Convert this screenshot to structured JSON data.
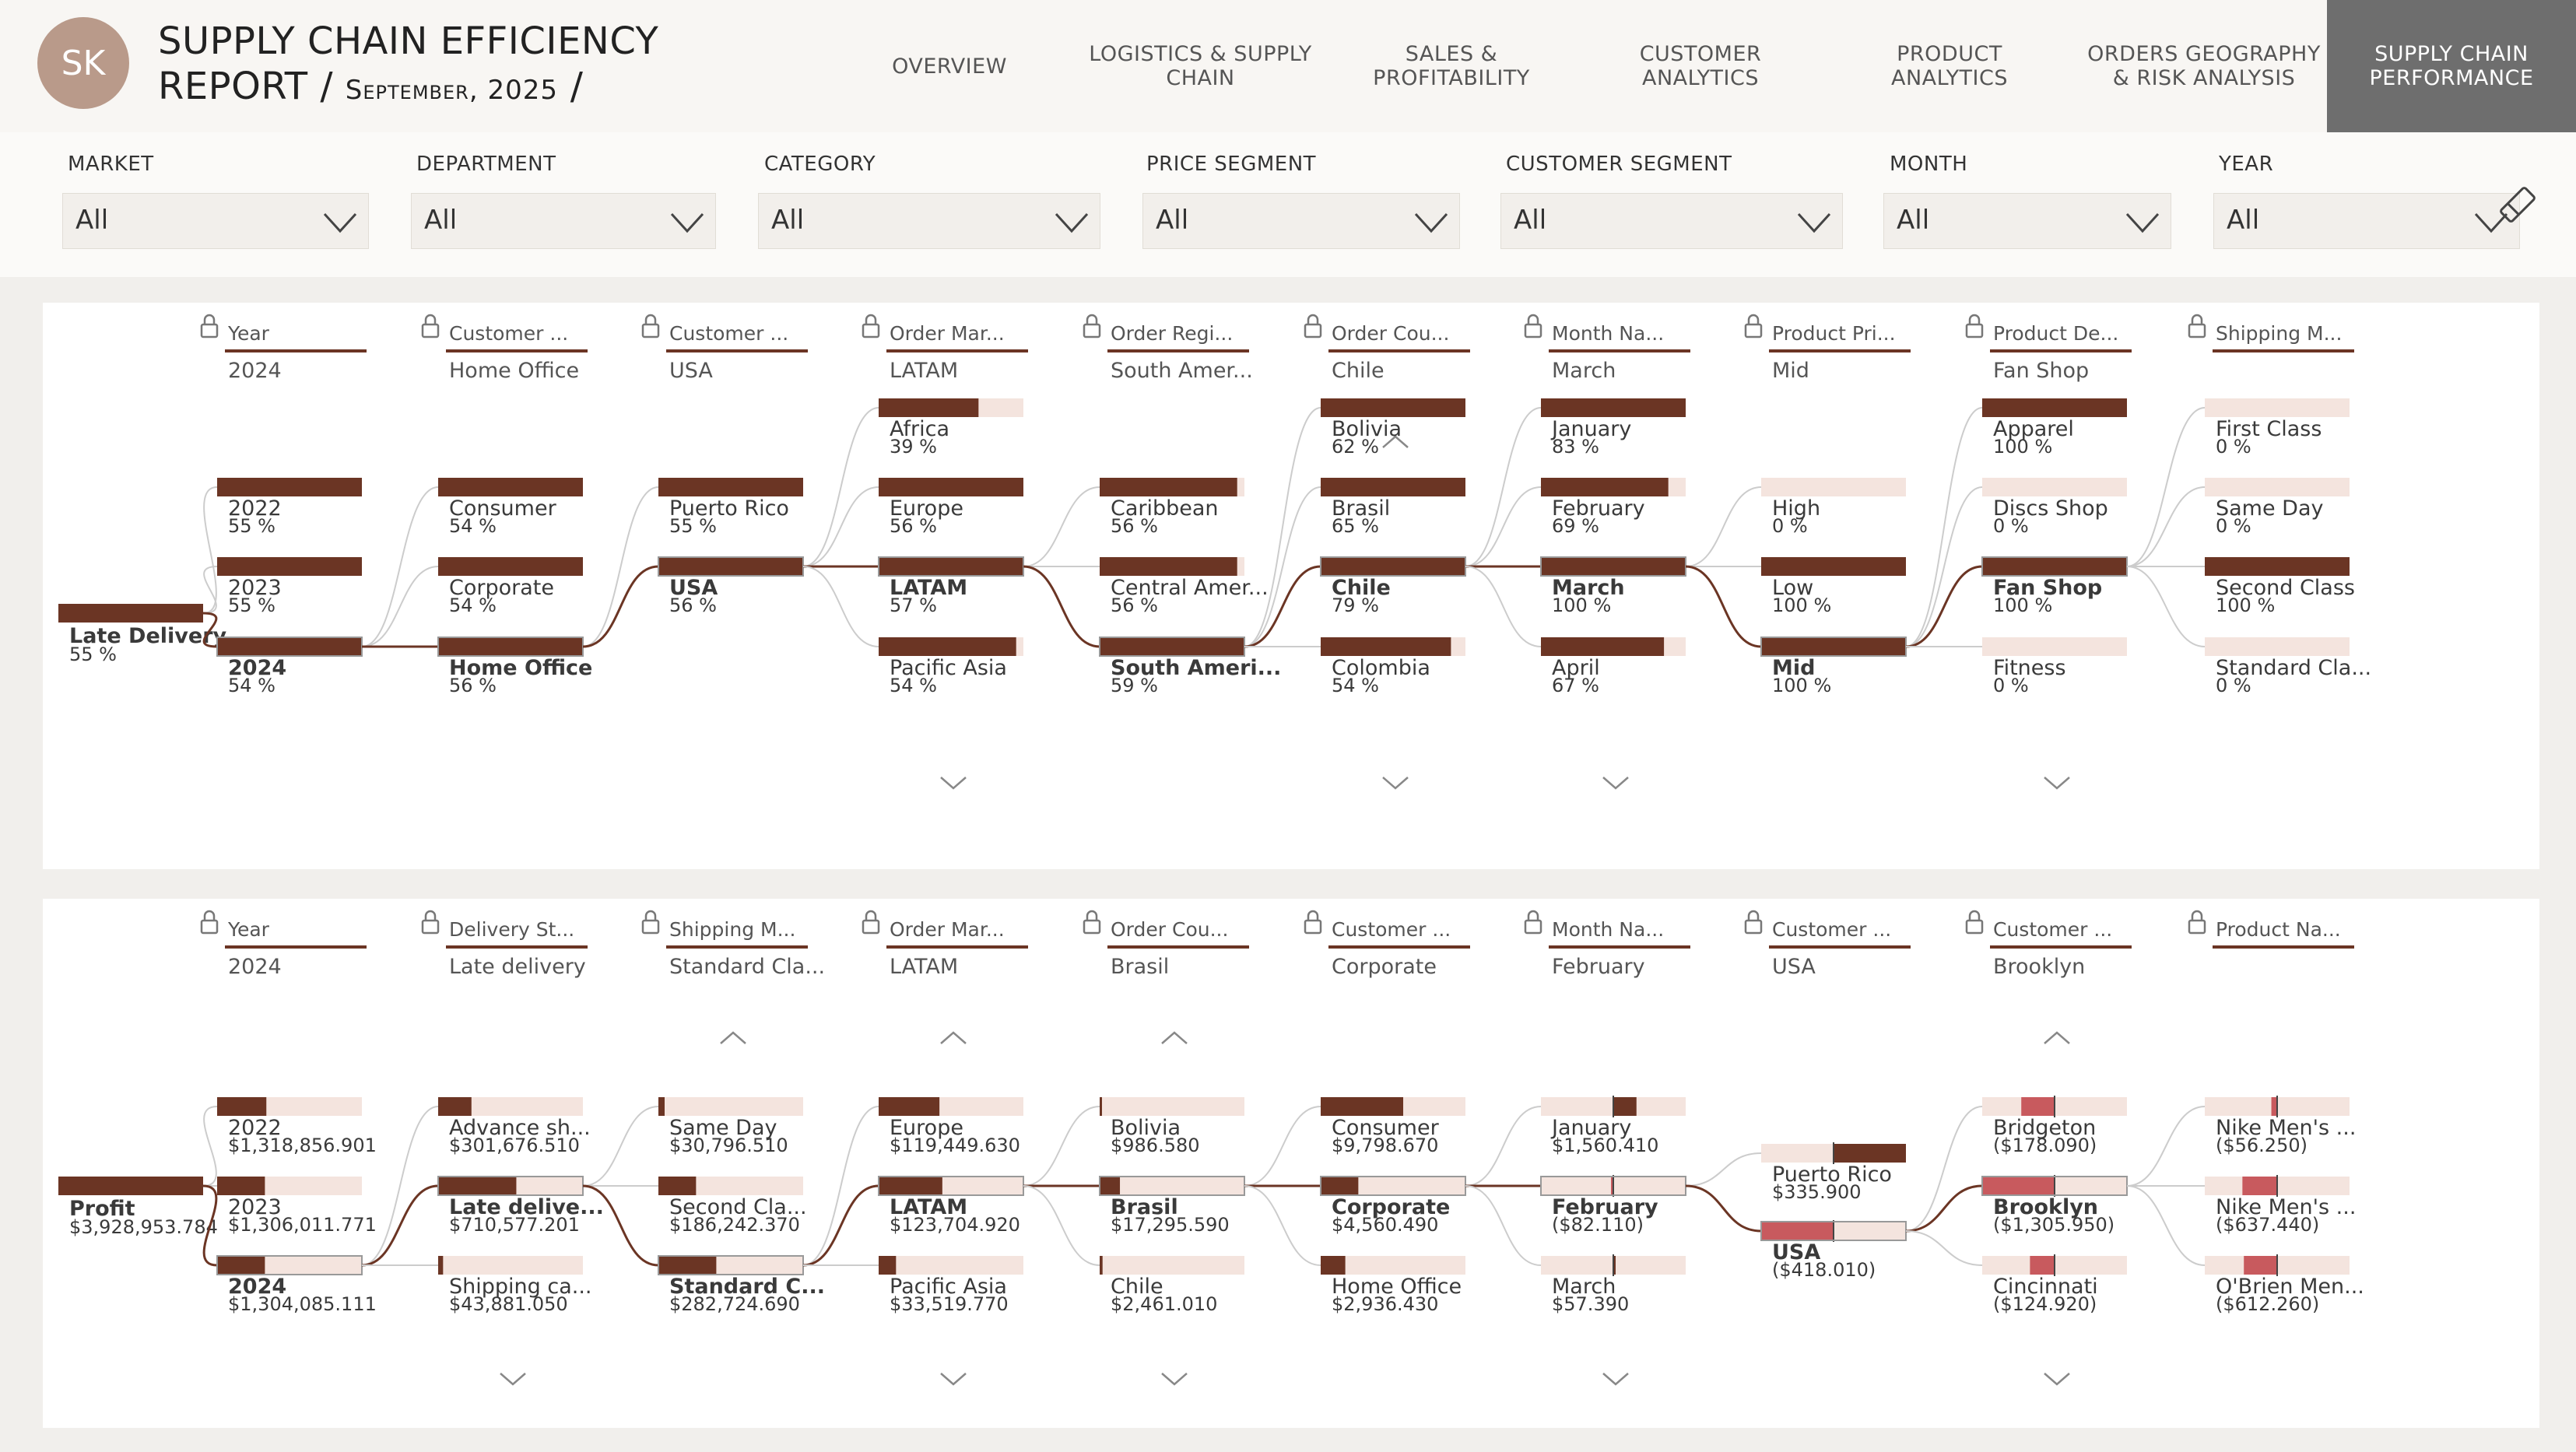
{
  "header": {
    "avatar_initials": "SK",
    "title": "SUPPLY CHAIN EFFICIENCY",
    "title_line2": "REPORT / ",
    "title_date": "September, 2025",
    "title_sep": " /"
  },
  "nav": [
    {
      "label": "OVERVIEW",
      "active": false
    },
    {
      "label": "LOGISTICS & SUPPLY\nCHAIN",
      "active": false
    },
    {
      "label": "SALES &\nPROFITABILITY",
      "active": false
    },
    {
      "label": "CUSTOMER\nANALYTICS",
      "active": false
    },
    {
      "label": "PRODUCT\nANALYTICS",
      "active": false
    },
    {
      "label": "ORDERS GEOGRAPHY\n& RISK ANALYSIS",
      "active": false
    },
    {
      "label": "SUPPLY CHAIN\nPERFORMANCE",
      "active": true
    }
  ],
  "filters": [
    {
      "label": "MARKET",
      "value": "All"
    },
    {
      "label": "DEPARTMENT",
      "value": "All"
    },
    {
      "label": "CATEGORY",
      "value": "All"
    },
    {
      "label": "PRICE SEGMENT",
      "value": "All"
    },
    {
      "label": "CUSTOMER SEGMENT",
      "value": "All"
    },
    {
      "label": "MONTH",
      "value": "All"
    },
    {
      "label": "YEAR",
      "value": "All"
    }
  ],
  "colors": {
    "bar": "#6b3524",
    "bar_bg": "#f4e4de",
    "negative": "#c85a5e",
    "link": "#6b3524",
    "link_light": "#cccccc"
  },
  "tree1": {
    "root": {
      "label": "Late Delivery",
      "value": "55 %",
      "fill": 1.0
    },
    "levels": [
      {
        "header": "Year",
        "selected": "2024",
        "up": false,
        "down": false,
        "nodes": [
          {
            "label": "2022",
            "value": "55 %",
            "fill": 1.0
          },
          {
            "label": "2023",
            "value": "55 %",
            "fill": 1.0
          },
          {
            "label": "2024",
            "value": "54 %",
            "fill": 1.0,
            "sel": true
          }
        ]
      },
      {
        "header": "Customer ...",
        "selected": "Home Office",
        "up": false,
        "down": false,
        "nodes": [
          {
            "label": "Consumer",
            "value": "54 %",
            "fill": 1.0
          },
          {
            "label": "Corporate",
            "value": "54 %",
            "fill": 1.0
          },
          {
            "label": "Home Office",
            "value": "56 %",
            "fill": 1.0,
            "sel": true
          }
        ]
      },
      {
        "header": "Customer ...",
        "selected": "USA",
        "up": false,
        "down": false,
        "nodes": [
          {
            "label": "Puerto Rico",
            "value": "55 %",
            "fill": 1.0
          },
          {
            "label": "USA",
            "value": "56 %",
            "fill": 1.0,
            "sel": true
          }
        ]
      },
      {
        "header": "Order Mar...",
        "selected": "LATAM",
        "up": false,
        "down": true,
        "nodes": [
          {
            "label": "Africa",
            "value": "39 %",
            "fill": 0.69
          },
          {
            "label": "Europe",
            "value": "56 %",
            "fill": 1.0
          },
          {
            "label": "LATAM",
            "value": "57 %",
            "fill": 1.0,
            "sel": true
          },
          {
            "label": "Pacific Asia",
            "value": "54 %",
            "fill": 0.95
          }
        ]
      },
      {
        "header": "Order Regi...",
        "selected": "South Amer...",
        "up": false,
        "down": false,
        "nodes": [
          {
            "label": "Caribbean",
            "value": "56 %",
            "fill": 0.95
          },
          {
            "label": "Central Amer...",
            "value": "56 %",
            "fill": 0.95
          },
          {
            "label": "South Ameri...",
            "value": "59 %",
            "fill": 1.0,
            "sel": true
          }
        ]
      },
      {
        "header": "Order Cou...",
        "selected": "Chile",
        "up": true,
        "down": true,
        "nodes": [
          {
            "label": "Bolivia",
            "value": "62 %",
            "fill": 1.0
          },
          {
            "label": "Brasil",
            "value": "65 %",
            "fill": 1.0
          },
          {
            "label": "Chile",
            "value": "79 %",
            "fill": 1.0,
            "sel": true
          },
          {
            "label": "Colombia",
            "value": "54 %",
            "fill": 0.9
          }
        ]
      },
      {
        "header": "Month Na...",
        "selected": "March",
        "up": false,
        "down": true,
        "nodes": [
          {
            "label": "January",
            "value": "83 %",
            "fill": 1.0
          },
          {
            "label": "February",
            "value": "69 %",
            "fill": 0.88
          },
          {
            "label": "March",
            "value": "100 %",
            "fill": 1.0,
            "sel": true
          },
          {
            "label": "April",
            "value": "67 %",
            "fill": 0.85
          }
        ]
      },
      {
        "header": "Product Pri...",
        "selected": "Mid",
        "up": false,
        "down": false,
        "nodes": [
          {
            "label": "High",
            "value": "0 %",
            "fill": 0.0
          },
          {
            "label": "Low",
            "value": "100 %",
            "fill": 1.0
          },
          {
            "label": "Mid",
            "value": "100 %",
            "fill": 1.0,
            "sel": true
          }
        ]
      },
      {
        "header": "Product De...",
        "selected": "Fan Shop",
        "up": false,
        "down": true,
        "nodes": [
          {
            "label": "Apparel",
            "value": "100 %",
            "fill": 1.0
          },
          {
            "label": "Discs Shop",
            "value": "0 %",
            "fill": 0.0
          },
          {
            "label": "Fan Shop",
            "value": "100 %",
            "fill": 1.0,
            "sel": true
          },
          {
            "label": "Fitness",
            "value": "0 %",
            "fill": 0.0
          }
        ]
      },
      {
        "header": "Shipping M...",
        "selected": "",
        "up": false,
        "down": false,
        "nodes": [
          {
            "label": "First Class",
            "value": "0 %",
            "fill": 0.0
          },
          {
            "label": "Same Day",
            "value": "0 %",
            "fill": 0.0
          },
          {
            "label": "Second Class",
            "value": "100 %",
            "fill": 1.0
          },
          {
            "label": "Standard Cla...",
            "value": "0 %",
            "fill": 0.0
          }
        ]
      }
    ]
  },
  "tree2": {
    "root": {
      "label": "Profit",
      "value": "$3,928,953.784",
      "fill": 1.0
    },
    "levels": [
      {
        "header": "Year",
        "selected": "2024",
        "up": false,
        "down": false,
        "nodes": [
          {
            "label": "2022",
            "value": "$1,318,856.901",
            "fill": 0.34
          },
          {
            "label": "2023",
            "value": "$1,306,011.771",
            "fill": 0.33
          },
          {
            "label": "2024",
            "value": "$1,304,085.111",
            "fill": 0.33,
            "sel": true
          }
        ]
      },
      {
        "header": "Delivery St...",
        "selected": "Late delivery",
        "up": false,
        "down": true,
        "nodes": [
          {
            "label": "Advance sh...",
            "value": "$301,676.510",
            "fill": 0.23
          },
          {
            "label": "Late delive...",
            "value": "$710,577.201",
            "fill": 0.54,
            "sel": true
          },
          {
            "label": "Shipping ca...",
            "value": "$43,881.050",
            "fill": 0.034
          }
        ]
      },
      {
        "header": "Shipping M...",
        "selected": "Standard Cla...",
        "up": true,
        "down": false,
        "nodes": [
          {
            "label": "Same Day",
            "value": "$30,796.510",
            "fill": 0.043
          },
          {
            "label": "Second Cla...",
            "value": "$186,242.370",
            "fill": 0.26
          },
          {
            "label": "Standard C...",
            "value": "$282,724.690",
            "fill": 0.4,
            "sel": true
          }
        ]
      },
      {
        "header": "Order Mar...",
        "selected": "LATAM",
        "up": true,
        "down": true,
        "nodes": [
          {
            "label": "Europe",
            "value": "$119,449.630",
            "fill": 0.42
          },
          {
            "label": "LATAM",
            "value": "$123,704.920",
            "fill": 0.44,
            "sel": true
          },
          {
            "label": "Pacific Asia",
            "value": "$33,519.770",
            "fill": 0.12
          }
        ]
      },
      {
        "header": "Order Cou...",
        "selected": "Brasil",
        "up": true,
        "down": true,
        "nodes": [
          {
            "label": "Bolivia",
            "value": "$986.580",
            "fill": 0.008
          },
          {
            "label": "Brasil",
            "value": "$17,295.590",
            "fill": 0.14,
            "sel": true
          },
          {
            "label": "Chile",
            "value": "$2,461.010",
            "fill": 0.02
          }
        ]
      },
      {
        "header": "Customer ...",
        "selected": "Corporate",
        "up": false,
        "down": false,
        "nodes": [
          {
            "label": "Consumer",
            "value": "$9,798.670",
            "fill": 0.57
          },
          {
            "label": "Corporate",
            "value": "$4,560.490",
            "fill": 0.26,
            "sel": true
          },
          {
            "label": "Home Office",
            "value": "$2,936.430",
            "fill": 0.17
          }
        ]
      },
      {
        "header": "Month Na...",
        "selected": "February",
        "up": false,
        "down": true,
        "nodes": [
          {
            "label": "January",
            "value": "$1,560.410",
            "fill": 0.16,
            "neg": false
          },
          {
            "label": "February",
            "value": "($82.110)",
            "fill": 0.01,
            "neg": true,
            "sel": true
          },
          {
            "label": "March",
            "value": "$57.390",
            "fill": 0.006,
            "neg": false
          }
        ]
      },
      {
        "header": "Customer ...",
        "selected": "USA",
        "up": false,
        "down": false,
        "nodes": [
          {
            "label": "Puerto Rico",
            "value": "$335.900",
            "fill": 0.5,
            "neg": false
          },
          {
            "label": "USA",
            "value": "($418.010)",
            "fill": 0.5,
            "neg": true,
            "sel": true
          }
        ]
      },
      {
        "header": "Customer ...",
        "selected": "Brooklyn",
        "up": true,
        "down": true,
        "nodes": [
          {
            "label": "Bridgeton",
            "value": "($178.090)",
            "fill": 0.23,
            "neg": true
          },
          {
            "label": "Brooklyn",
            "value": "($1,305.950)",
            "fill": 0.5,
            "neg": true,
            "sel": true
          },
          {
            "label": "Cincinnati",
            "value": "($124.920)",
            "fill": 0.17,
            "neg": true
          }
        ]
      },
      {
        "header": "Product Na...",
        "selected": "",
        "up": false,
        "down": false,
        "nodes": [
          {
            "label": "Nike Men's ...",
            "value": "($56.250)",
            "fill": 0.04,
            "neg": true
          },
          {
            "label": "Nike Men's ...",
            "value": "($637.440)",
            "fill": 0.24,
            "neg": true
          },
          {
            "label": "O'Brien Men...",
            "value": "($612.260)",
            "fill": 0.23,
            "neg": true
          }
        ]
      }
    ]
  }
}
